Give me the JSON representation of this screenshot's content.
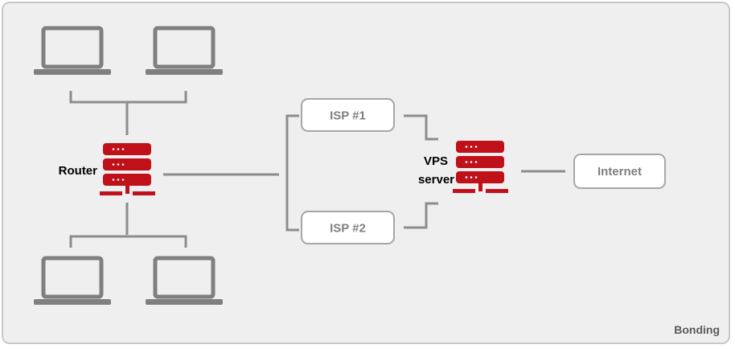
{
  "colors": {
    "background": "#efefef",
    "frame": "#c8c8c8",
    "line": "#8c8c8c",
    "laptop": "#7f7f7f",
    "server": "#c0101a",
    "box_fill": "#ffffff",
    "box_stroke": "#a6a6a6",
    "box_text": "#7f7f7f"
  },
  "labels": {
    "router": "Router",
    "vps_line1": "VPS",
    "vps_line2": "server",
    "isp1": "ISP #1",
    "isp2": "ISP #2",
    "internet": "Internet",
    "mode": "Bonding"
  },
  "icons": {
    "laptop": "laptop-icon",
    "server": "server-icon"
  }
}
